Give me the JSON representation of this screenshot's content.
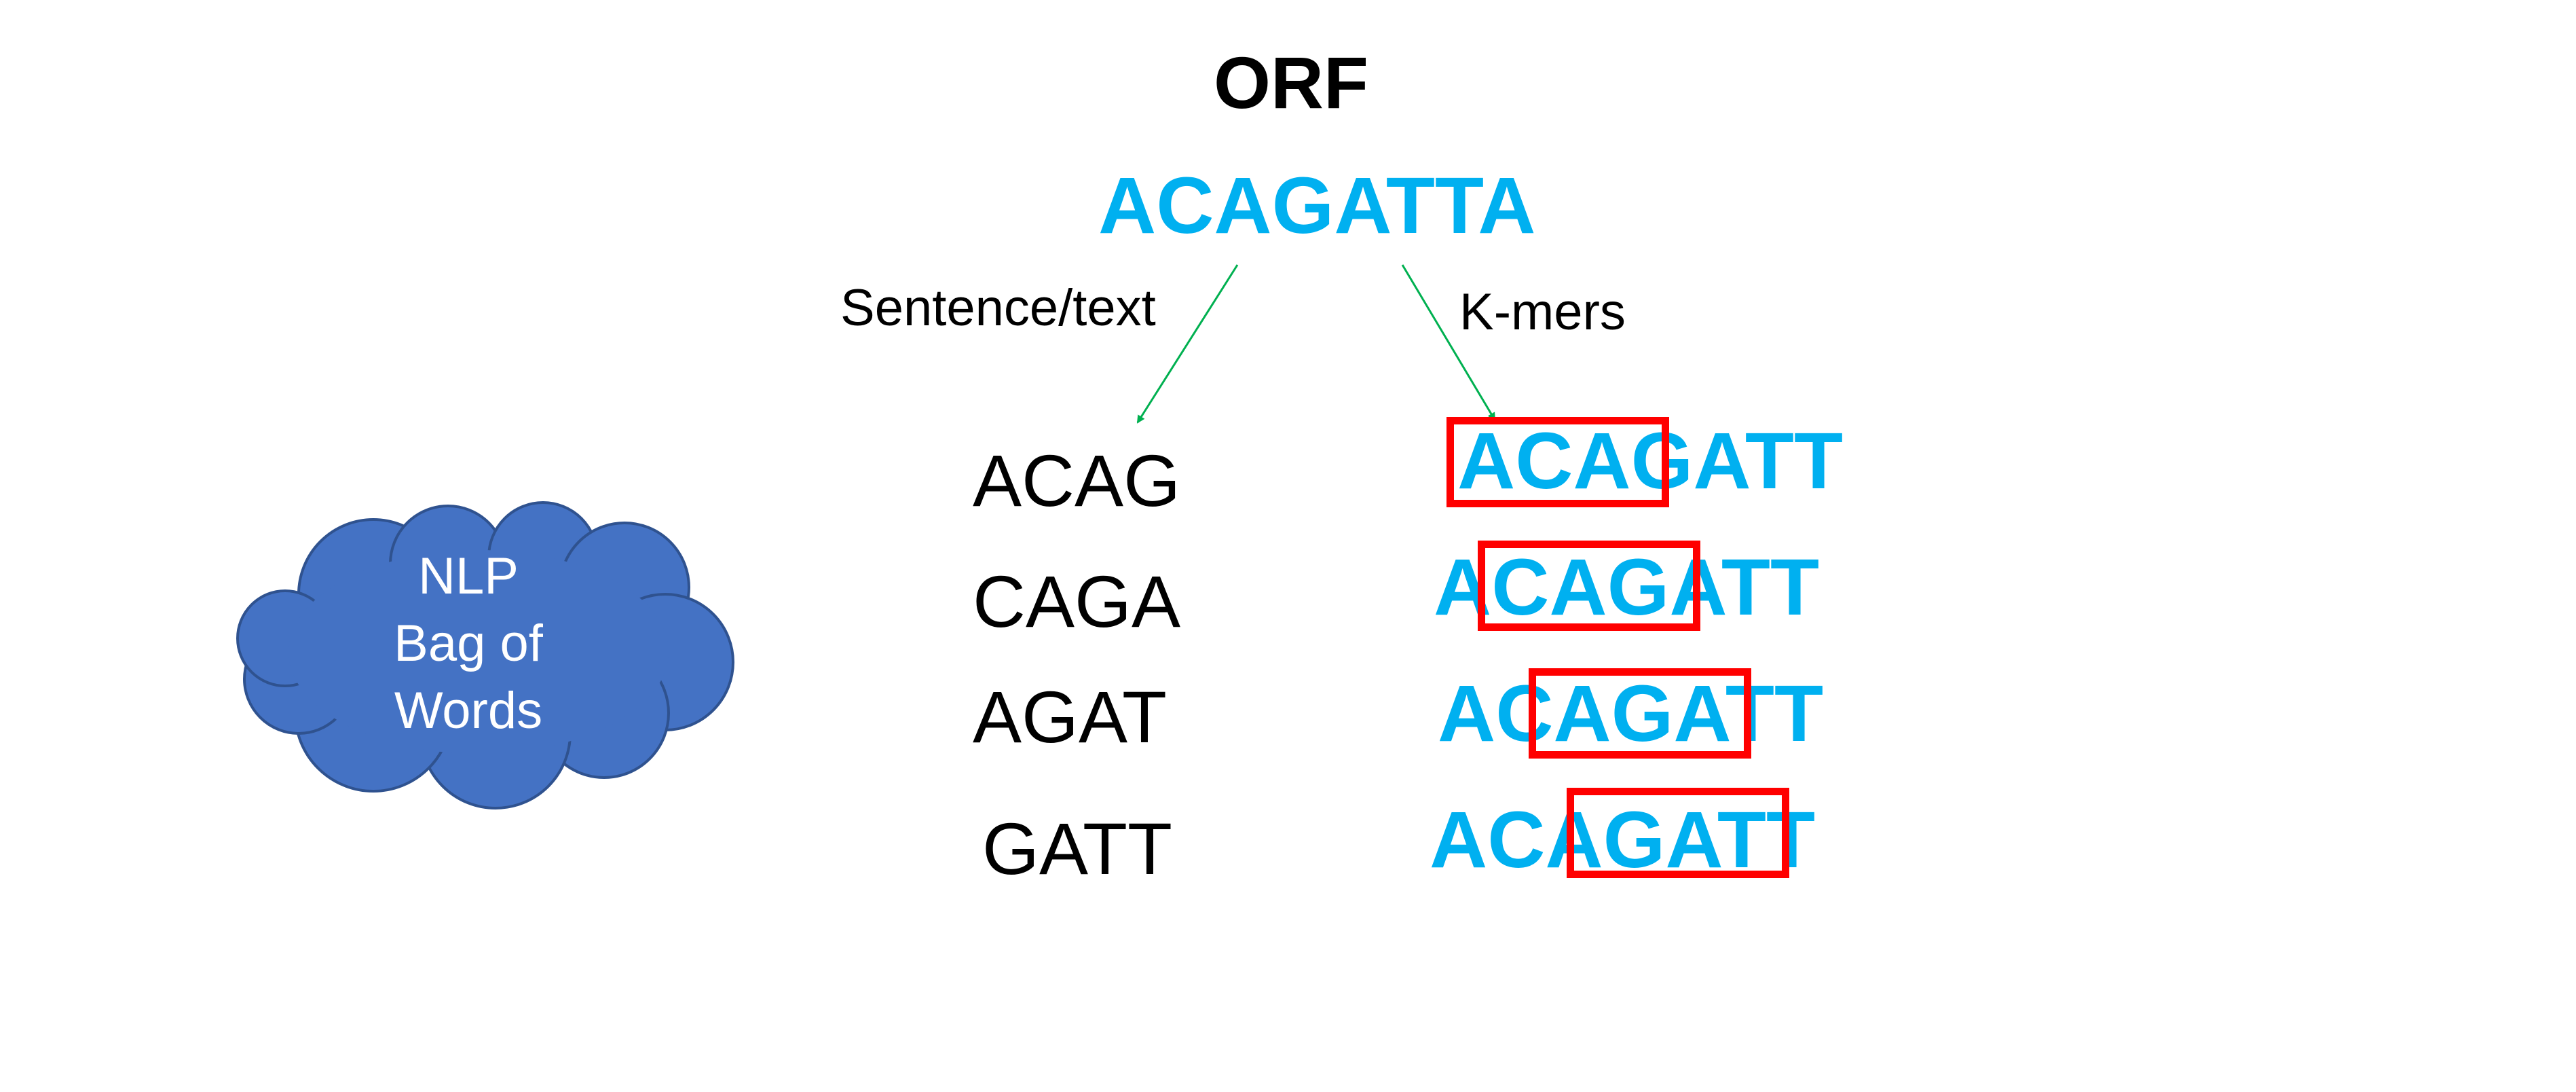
{
  "title": "ORF",
  "sequence": "ACAGATTA",
  "branches": {
    "left_label": "Sentence/text",
    "right_label": "K-mers"
  },
  "words": [
    "ACAG",
    "CAGA",
    "AGAT",
    "GATT"
  ],
  "kmer_rows": [
    "ACAGATT",
    "ACAGATT",
    "ACAGATT",
    "ACAGATT"
  ],
  "cloud": {
    "lines": [
      "NLP",
      "Bag of",
      "Words"
    ]
  },
  "colors": {
    "sequence": "#00B0F0",
    "highlight_box": "#FF0000",
    "arrow": "#00B050",
    "cloud_fill": "#4472C4",
    "cloud_outline": "#2F528F"
  }
}
